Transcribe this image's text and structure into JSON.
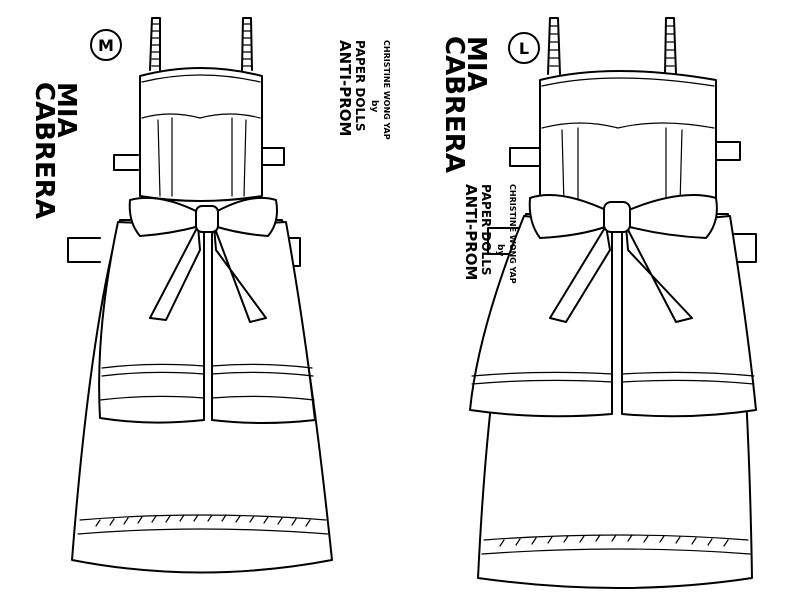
{
  "dolls": [
    {
      "size_badge": "M",
      "name_line1": "MIA",
      "name_line2": "CABRERA",
      "credit_line1": "ANTI-PROM",
      "credit_line2": "PAPER DOLLS",
      "credit_line3": "by",
      "credit_line4": "CHRISTINE WONG YAP"
    },
    {
      "size_badge": "L",
      "name_line1": "MIA",
      "name_line2": "CABRERA",
      "credit_line1": "ANTI-PROM",
      "credit_line2": "PAPER DOLLS",
      "credit_line3": "by",
      "credit_line4": "CHRISTINE WONG YAP"
    }
  ],
  "colors": {
    "ink": "#000000",
    "paper": "#ffffff"
  }
}
